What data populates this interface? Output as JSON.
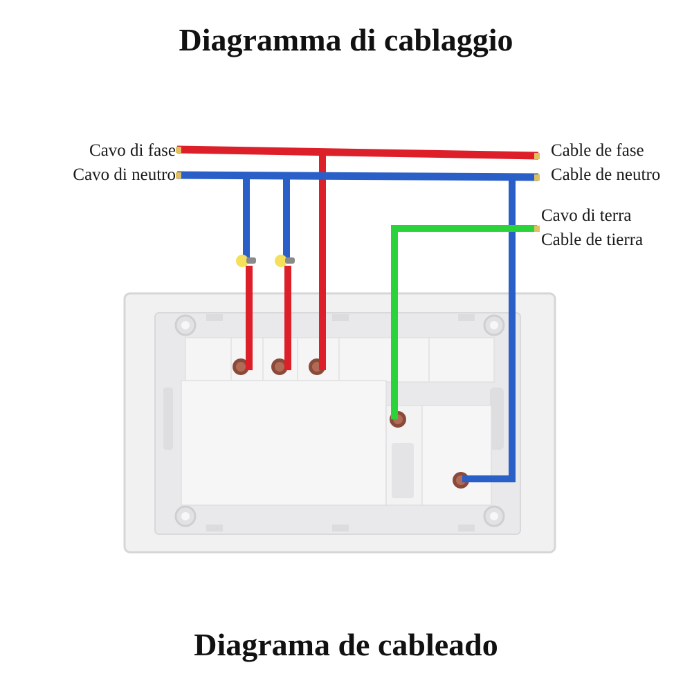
{
  "titles": {
    "top": "Diagramma di cablaggio",
    "bottom": "Diagrama de cableado"
  },
  "labels": {
    "phase_it": "Cavo di fase",
    "neutral_it": "Cavo di neutro",
    "phase_es": "Cable de fase",
    "neutral_es": "Cable de neutro",
    "earth_it": "Cavo di terra",
    "earth_es": "Cable de tierra"
  },
  "colors": {
    "phase": "#dd1f2a",
    "neutral": "#2a5fc8",
    "earth": "#2bd33a",
    "connector": "#f4e05a",
    "terminal": "#8a4a3a",
    "housing": "#eeeeef"
  }
}
